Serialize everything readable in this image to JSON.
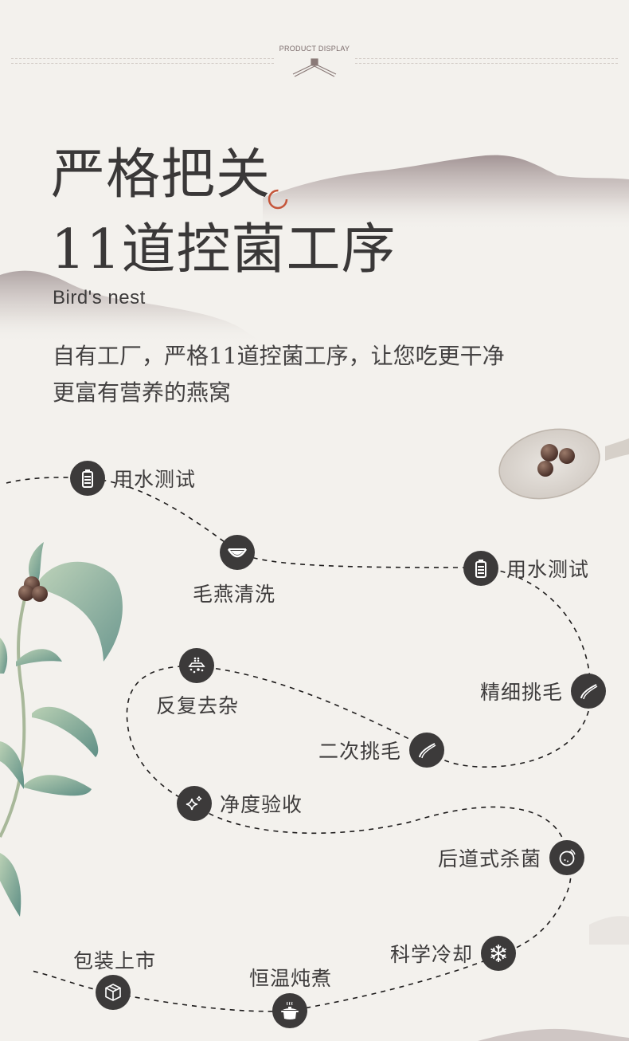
{
  "header": {
    "label": "PRODUCT DISPLAY"
  },
  "title": {
    "line1": "严格把关",
    "line2": "11道控菌工序",
    "subtitle_en": "Bird's nest"
  },
  "description": {
    "line1": "自有工厂，严格11道控菌工序，让您吃更干净",
    "line2": "更富有营养的燕窝"
  },
  "steps": [
    {
      "label": "用水测试",
      "icon": "water-bottle-icon"
    },
    {
      "label": "毛燕清洗",
      "icon": "washing-bowl-icon"
    },
    {
      "label": "用水测试",
      "icon": "water-bottle-icon"
    },
    {
      "label": "精细挑毛",
      "icon": "tweezers-icon"
    },
    {
      "label": "二次挑毛",
      "icon": "tweezers-icon"
    },
    {
      "label": "反复去杂",
      "icon": "sieve-impurities-icon"
    },
    {
      "label": "净度验收",
      "icon": "sparkle-icon"
    },
    {
      "label": "后道式杀菌",
      "icon": "sterilize-icon"
    },
    {
      "label": "科学冷却",
      "icon": "snowflake-icon"
    },
    {
      "label": "恒温炖煮",
      "icon": "stew-pot-icon"
    },
    {
      "label": "包装上市",
      "icon": "package-box-icon"
    }
  ],
  "colors": {
    "background": "#f3f1ed",
    "text": "#3c3a3a",
    "icon_bg": "#3c3a3a",
    "mountain": "#a89c9c",
    "accent_circle": "#c5553a",
    "leaf": "#8fb5a3",
    "berry": "#5a3f35"
  }
}
